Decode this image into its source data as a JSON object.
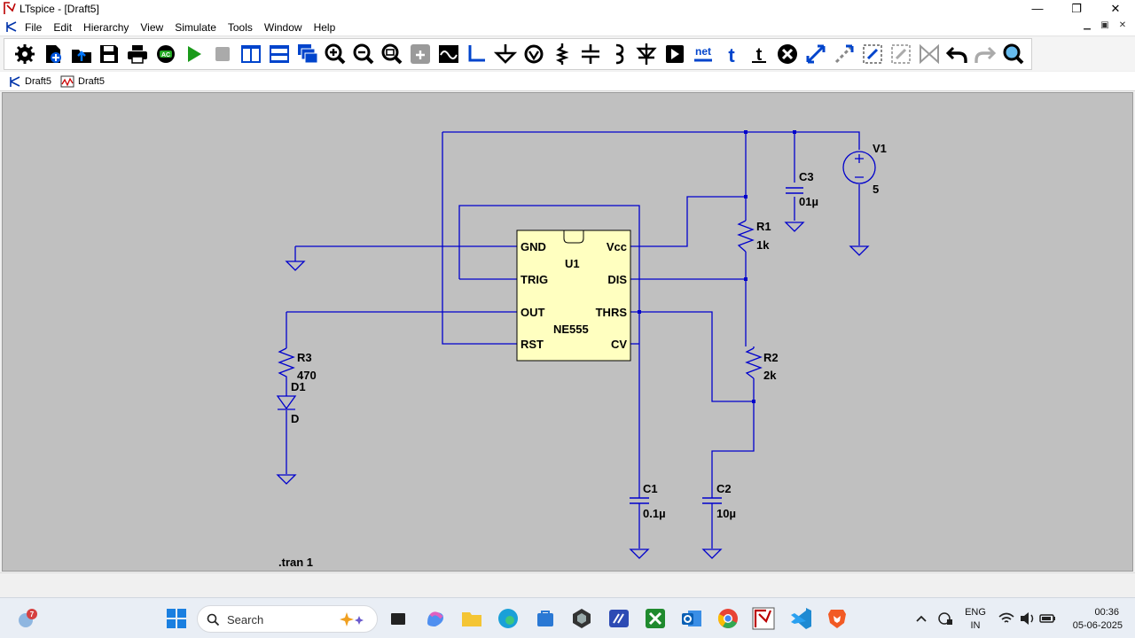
{
  "window": {
    "title": "LTspice - [Draft5]",
    "minimize": "—",
    "restore": "❐",
    "close": "✕"
  },
  "menu": {
    "items": [
      "File",
      "Edit",
      "Hierarchy",
      "View",
      "Simulate",
      "Tools",
      "Window",
      "Help"
    ]
  },
  "toolbar": {
    "icons": [
      "gear-icon",
      "new-schematic-icon",
      "open-icon",
      "save-icon",
      "print-icon",
      "autorange-icon",
      "run-icon",
      "halt-icon",
      "tile-vertical-icon",
      "tile-horizontal-icon",
      "cascade-icon",
      "zoom-in-icon",
      "zoom-out-icon",
      "zoom-fit-icon",
      "zoom-disabled-icon",
      "waveform-icon",
      "wire-icon",
      "ground-icon",
      "label-icon",
      "resistor-icon",
      "capacitor-icon",
      "inductor-icon",
      "diode-icon",
      "component-icon",
      "net-icon",
      "text-icon",
      "spice-directive-icon",
      "delete-icon",
      "move-icon",
      "drag-icon",
      "mirror-icon",
      "rotate-icon",
      "stretch-icon",
      "undo-icon",
      "redo-icon",
      "find-icon"
    ],
    "net_label": "net",
    "text_label": "t",
    "directive_label": "t"
  },
  "tabs": [
    {
      "label": "Draft5",
      "kind": "schematic"
    },
    {
      "label": "Draft5",
      "kind": "waveform"
    }
  ],
  "schematic": {
    "ic": {
      "name": "U1",
      "part": "NE555",
      "pins_left": [
        "GND",
        "TRIG",
        "OUT",
        "RST"
      ],
      "pins_right": [
        "Vcc",
        "DIS",
        "THRS",
        "CV"
      ]
    },
    "r1": {
      "name": "R1",
      "value": "1k"
    },
    "r2": {
      "name": "R2",
      "value": "2k"
    },
    "r3": {
      "name": "R3",
      "value": "470"
    },
    "d1": {
      "name": "D1",
      "value": "D"
    },
    "c1": {
      "name": "C1",
      "value": "0.1µ"
    },
    "c2": {
      "name": "C2",
      "value": "10µ"
    },
    "c3": {
      "name": "C3",
      "value": "01µ"
    },
    "v1": {
      "name": "V1",
      "value": "5"
    },
    "directive": ".tran 1",
    "colors": {
      "wire": "#0000cc",
      "ic_fill": "#ffffc0",
      "background": "#c0c0c0"
    }
  },
  "taskbar": {
    "weather_badge": "7",
    "search_placeholder": "Search",
    "apps": [
      "windows-start-icon",
      "task-view-icon",
      "copilot-icon",
      "file-explorer-icon",
      "edge-icon",
      "store-icon",
      "dev-app-icon",
      "vs-app-icon",
      "xbox-icon",
      "outlook-icon",
      "chrome-icon",
      "ltspice-icon",
      "vscode-icon",
      "brave-icon"
    ],
    "lang": "ENG",
    "region": "IN",
    "time": "00:36",
    "date": "05-06-2025"
  }
}
